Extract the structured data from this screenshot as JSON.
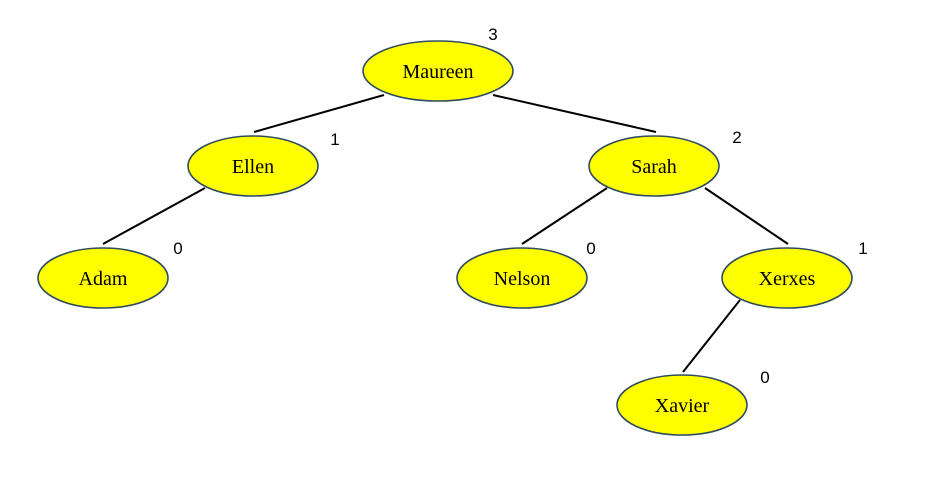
{
  "colors": {
    "node_fill": "#ffff00",
    "node_stroke": "#2f4b60",
    "edge": "#000000"
  },
  "nodes": [
    {
      "name": "Maureen",
      "height": "3"
    },
    {
      "name": "Ellen",
      "height": "1"
    },
    {
      "name": "Sarah",
      "height": "2"
    },
    {
      "name": "Adam",
      "height": "0"
    },
    {
      "name": "Nelson",
      "height": "0"
    },
    {
      "name": "Xerxes",
      "height": "1"
    },
    {
      "name": "Xavier",
      "height": "0"
    }
  ],
  "edges": [
    {
      "from": "Maureen",
      "to": "Ellen"
    },
    {
      "from": "Maureen",
      "to": "Sarah"
    },
    {
      "from": "Ellen",
      "to": "Adam"
    },
    {
      "from": "Sarah",
      "to": "Nelson"
    },
    {
      "from": "Sarah",
      "to": "Xerxes"
    },
    {
      "from": "Xerxes",
      "to": "Xavier"
    }
  ]
}
